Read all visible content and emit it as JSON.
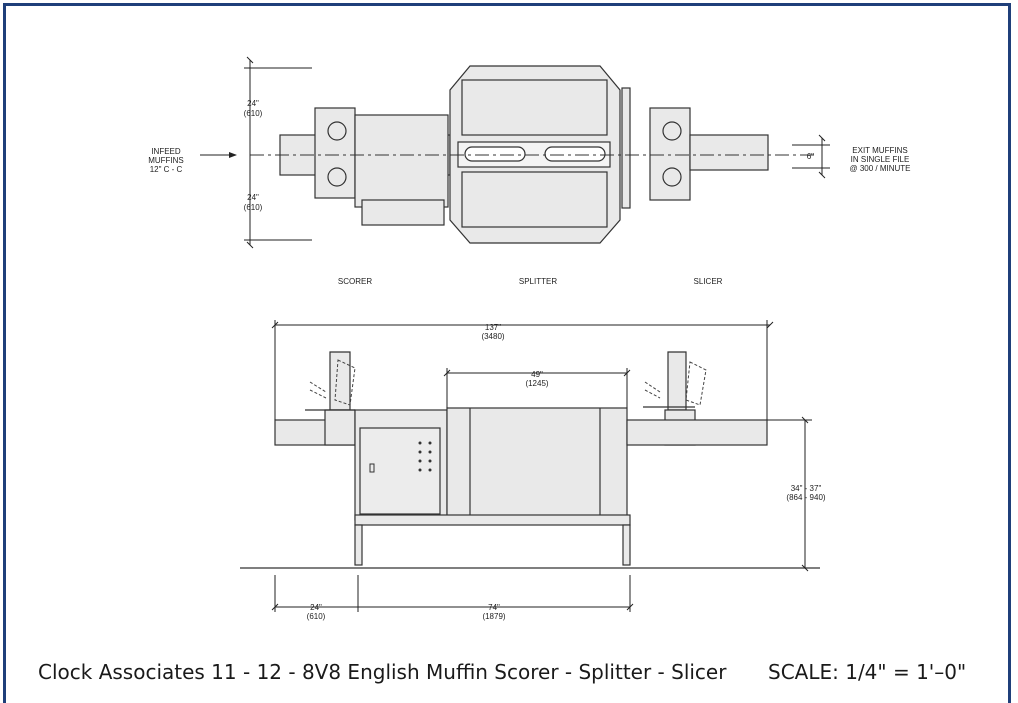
{
  "top_view": {
    "dim_upper": "24\"",
    "dim_upper_mm": "(610)",
    "dim_lower": "24\"",
    "dim_lower_mm": "(610)",
    "infeed_line1": "INFEED",
    "infeed_line2": "MUFFINS",
    "infeed_line3": "12\" C - C",
    "exit_line1": "EXIT MUFFINS",
    "exit_line2": "IN SINGLE FILE",
    "exit_line3": "@ 300 / MINUTE",
    "exit_dim": "6\""
  },
  "sections": {
    "scorer": "SCORER",
    "splitter": "SPLITTER",
    "slicer": "SLICER"
  },
  "side_view": {
    "overall": "137\"",
    "overall_mm": "(3480)",
    "splitter_width": "49\"",
    "splitter_width_mm": "(1245)",
    "height": "34\" - 37\"",
    "height_mm": "(864 - 940)",
    "infeed_len": "24\"",
    "infeed_len_mm": "(610)",
    "base_len": "74\"",
    "base_len_mm": "(1879)"
  },
  "caption": {
    "title": "Clock Associates 11 - 12 - 8V8 English Muffin Scorer - Splitter - Slicer",
    "scale": "SCALE: 1/4\" = 1'–0\""
  }
}
